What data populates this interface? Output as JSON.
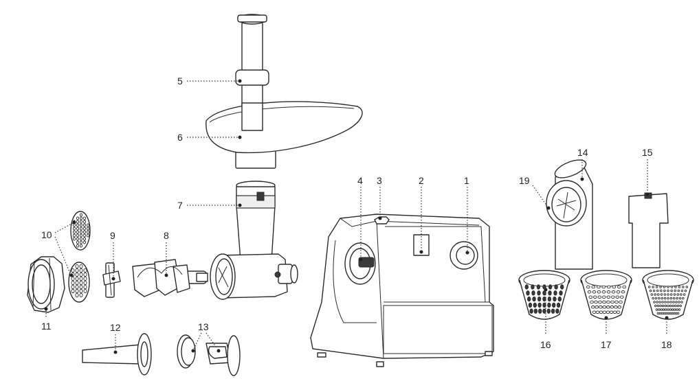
{
  "callouts": [
    {
      "id": "1",
      "label": "1"
    },
    {
      "id": "2",
      "label": "2"
    },
    {
      "id": "3",
      "label": "3"
    },
    {
      "id": "4",
      "label": "4"
    },
    {
      "id": "5",
      "label": "5"
    },
    {
      "id": "6",
      "label": "6"
    },
    {
      "id": "7",
      "label": "7"
    },
    {
      "id": "8",
      "label": "8"
    },
    {
      "id": "9",
      "label": "9"
    },
    {
      "id": "10",
      "label": "10"
    },
    {
      "id": "11",
      "label": "11"
    },
    {
      "id": "12",
      "label": "12"
    },
    {
      "id": "13",
      "label": "13"
    },
    {
      "id": "14",
      "label": "14"
    },
    {
      "id": "15",
      "label": "15"
    },
    {
      "id": "16",
      "label": "16"
    },
    {
      "id": "17",
      "label": "17"
    },
    {
      "id": "18",
      "label": "18"
    },
    {
      "id": "19",
      "label": "19"
    }
  ],
  "colors": {
    "line": "#2b2b2b",
    "fill": "#ffffff",
    "shade": "#efefef"
  }
}
